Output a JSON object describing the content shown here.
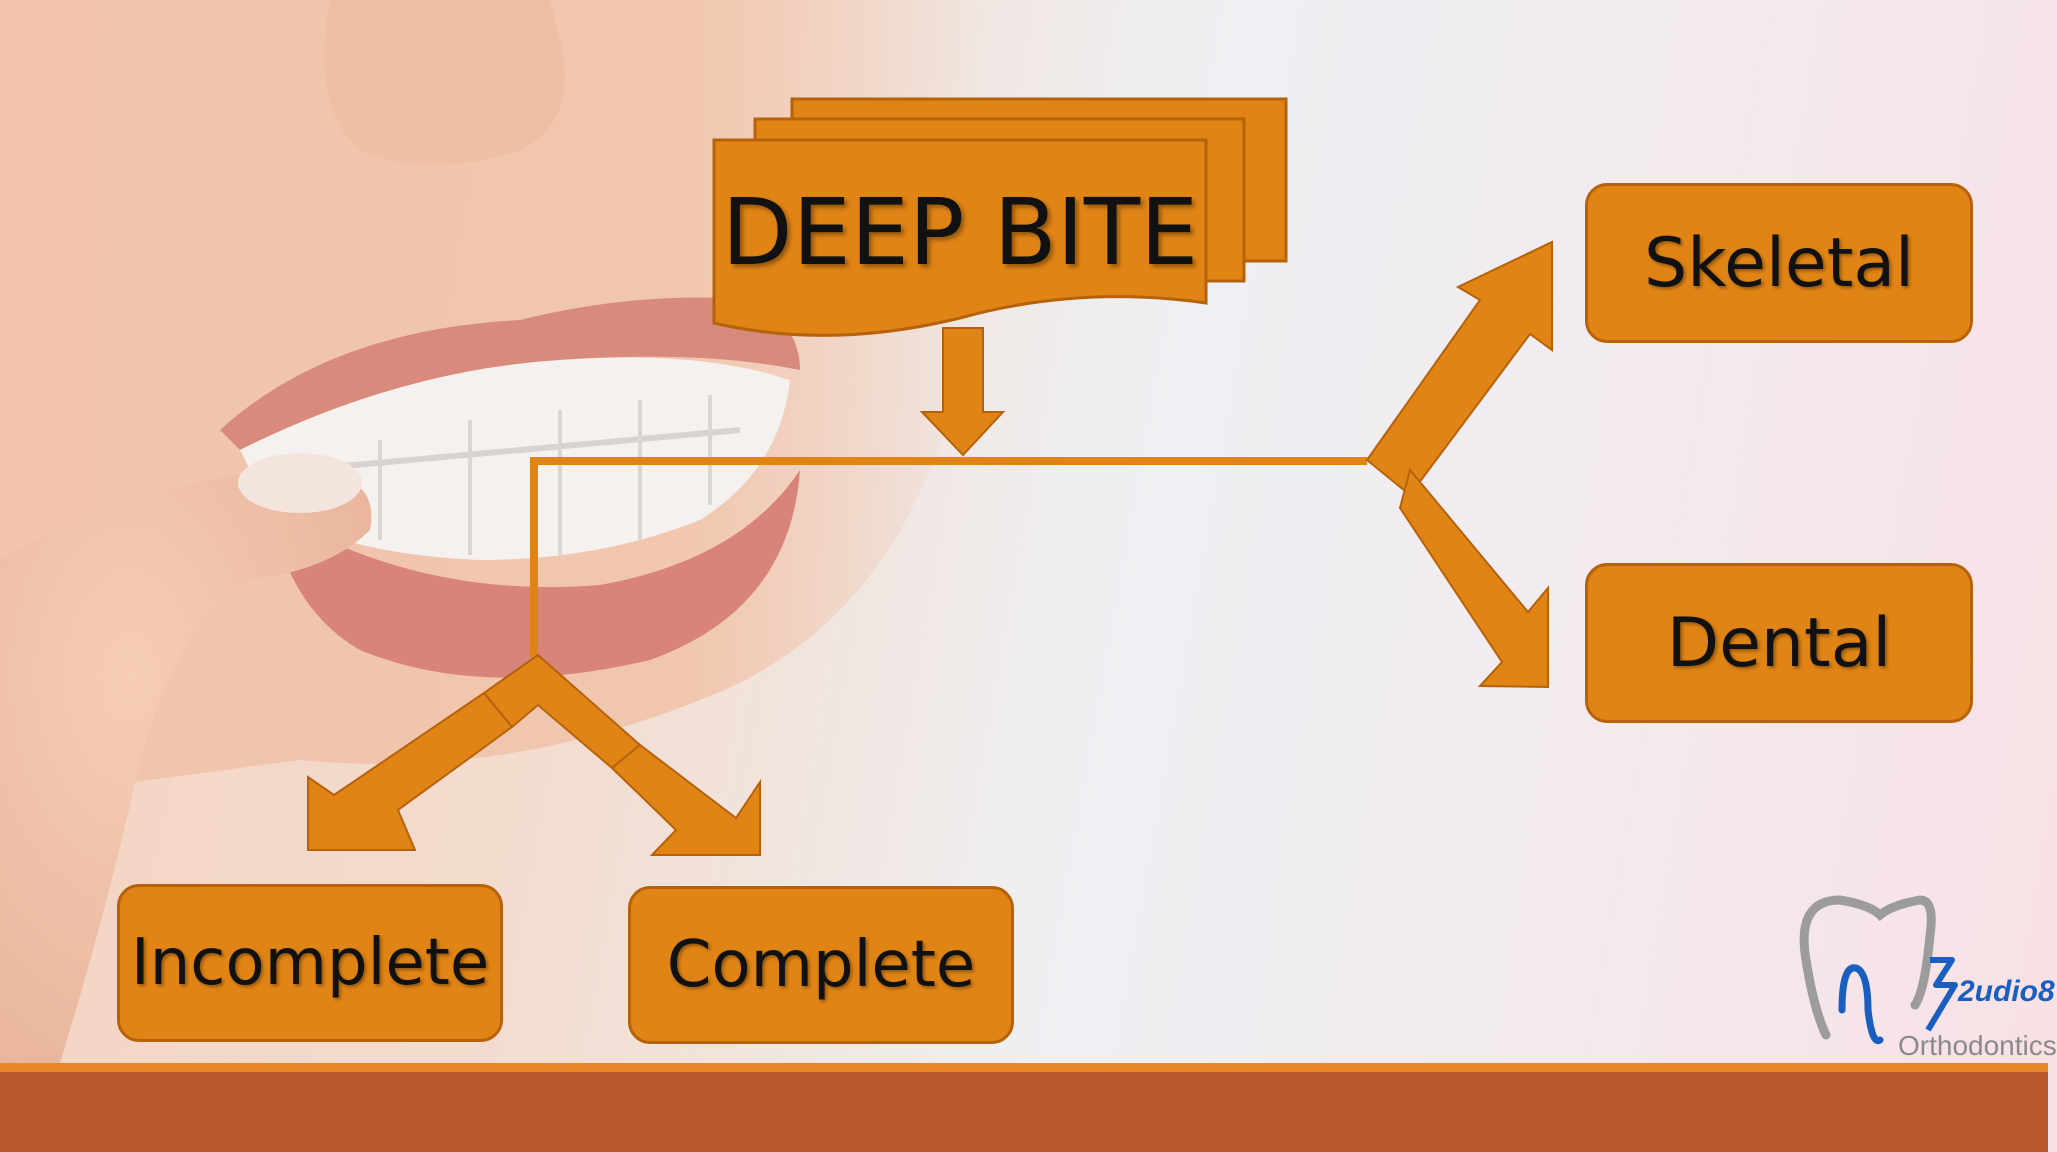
{
  "diagram": {
    "title": "DEEP BITE",
    "branches": {
      "right": [
        "Skeletal",
        "Dental"
      ],
      "left": [
        "Incomplete",
        "Complete"
      ]
    }
  },
  "logo": {
    "mark": "2udio8",
    "name": "Orthodontics"
  },
  "colors": {
    "node_fill": "#e08415",
    "node_border": "#b5620b",
    "connector": "#e08415",
    "footer_bar": "#bb582b",
    "footer_line": "#e8862a"
  }
}
